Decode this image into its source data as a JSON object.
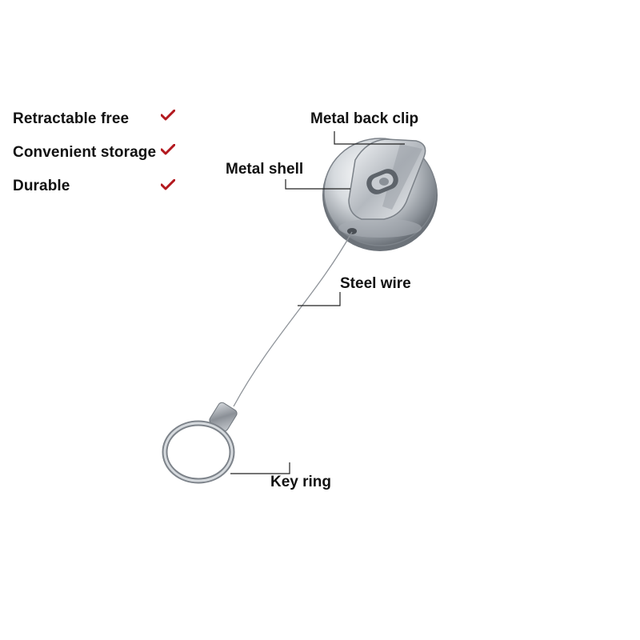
{
  "features": [
    {
      "label": "Retractable free",
      "icon": "checkmark-icon"
    },
    {
      "label": "Convenient storage",
      "icon": "checkmark-icon"
    },
    {
      "label": "Durable",
      "icon": "checkmark-icon"
    }
  ],
  "callouts": {
    "back_clip": "Metal back clip",
    "shell": "Metal shell",
    "wire": "Steel wire",
    "ring": "Key ring"
  },
  "colors": {
    "check": "#b3191f",
    "text": "#111111",
    "leader_line": "#222222",
    "metal": "#c9cdd2"
  }
}
